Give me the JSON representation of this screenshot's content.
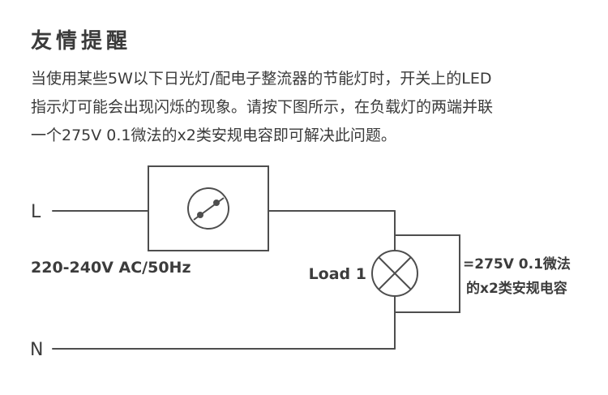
{
  "page": {
    "title": "友情提醒",
    "paragraph": {
      "line1": "当使用某些5W以下日光灯/配电子整流器的节能灯时，开关上的LED",
      "line2": "指示灯可能会出现闪烁的现象。请按下图所示，在负载灯的两端并联",
      "line3": "一个275V 0.1微法的x2类安规电容即可解决此问题。"
    }
  },
  "diagram": {
    "live_label": "L",
    "neutral_label": "N",
    "supply_label": "220-240V AC/50Hz",
    "load_label": "Load 1",
    "capacitor_note_line1": "=275V 0.1微法",
    "capacitor_note_line2": "的x2类安规电容",
    "colors": {
      "line": "#4e4e4e",
      "text": "#3c3c3c",
      "background": "#ffffff"
    }
  }
}
